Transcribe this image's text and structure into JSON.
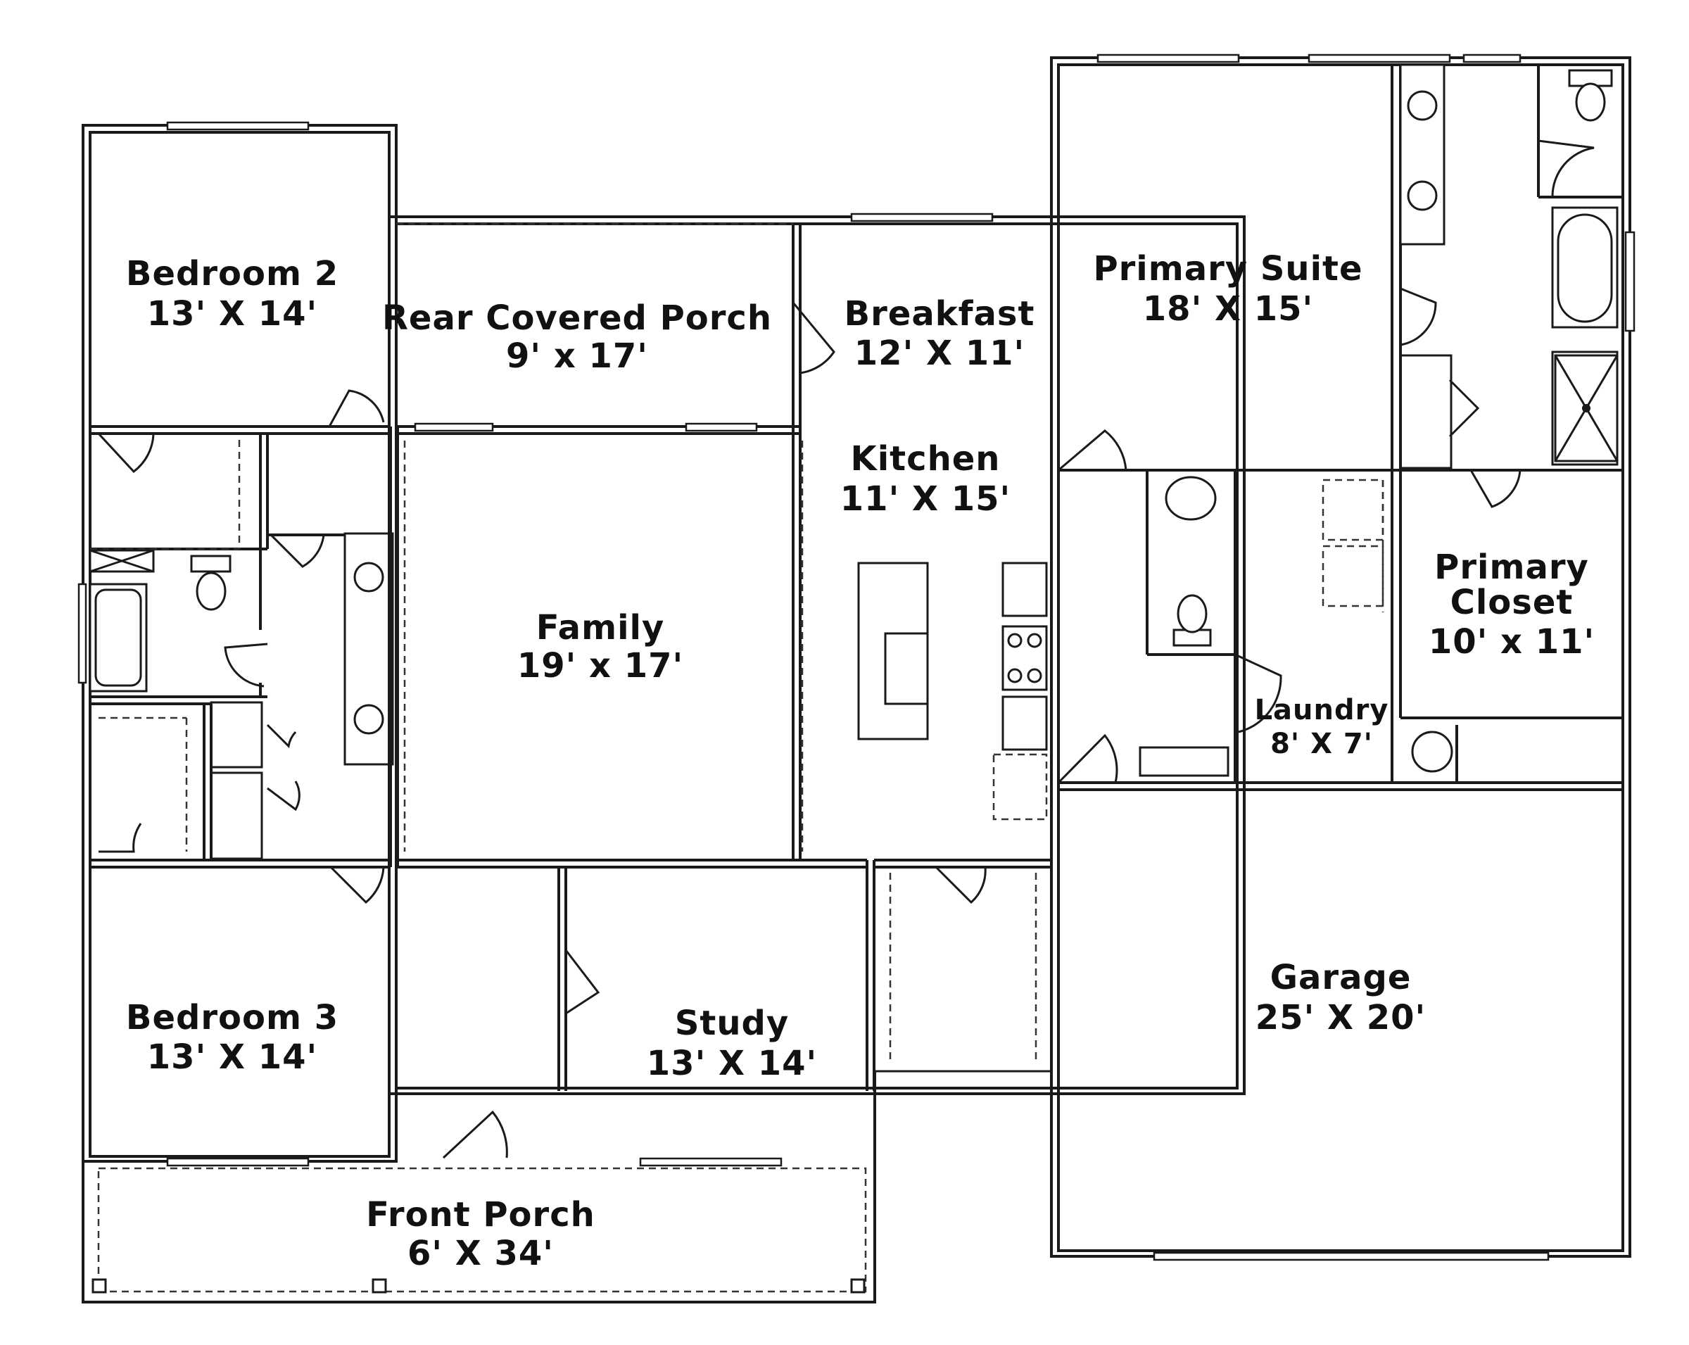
{
  "rooms": {
    "bedroom2": {
      "name": "Bedroom 2",
      "size": "13' X 14'"
    },
    "rear_porch": {
      "name": "Rear Covered Porch",
      "size": "9' x 17'"
    },
    "breakfast": {
      "name": "Breakfast",
      "size": "12' X 11'"
    },
    "primary_suite": {
      "name": "Primary Suite",
      "size": "18' X 15'"
    },
    "kitchen": {
      "name": "Kitchen",
      "size": "11' X 15'"
    },
    "family": {
      "name": "Family",
      "size": "19' x 17'"
    },
    "primary_closet": {
      "name_line1": "Primary",
      "name_line2": "Closet",
      "size": "10' x 11'"
    },
    "laundry": {
      "name": "Laundry",
      "size": "8' X 7'"
    },
    "garage": {
      "name": "Garage",
      "size": "25' X 20'"
    },
    "bedroom3": {
      "name": "Bedroom 3",
      "size": "13' X 14'"
    },
    "study": {
      "name": "Study",
      "size": "13' X 14'"
    },
    "front_porch": {
      "name": "Front Porch",
      "size": "6' X 34'"
    }
  }
}
